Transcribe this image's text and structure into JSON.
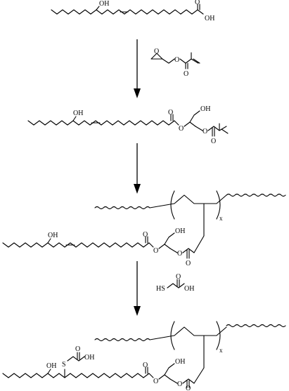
{
  "stage1": {
    "oh": "OH",
    "acid_oh": "OH",
    "acid_o": "O"
  },
  "reagent1": {
    "o_epoxide": "O",
    "o_ester": "O",
    "o_carbonyl": "O"
  },
  "stage2": {
    "oh_chain": "OH",
    "o_carbonyl": "O",
    "o_ester": "O",
    "oh_glycerol": "OH",
    "o_ester2": "O",
    "o_carbonyl2": "O"
  },
  "stage3": {
    "oh_chain": "OH",
    "o_carbonyl": "O",
    "o_ester": "O",
    "oh_glycerol": "OH",
    "o_ester2": "O",
    "o_carbonyl2": "O",
    "subscript": "x"
  },
  "reagent2": {
    "hs": "HS",
    "oh": "OH",
    "o": "O"
  },
  "stage4": {
    "oh_chain": "OH",
    "s": "S",
    "acid_oh": "OH",
    "acid_o": "O",
    "o_carbonyl": "O",
    "o_ester": "O",
    "oh_glycerol": "OH",
    "o_ester2": "O",
    "o_carbonyl2": "O",
    "subscript": "x"
  }
}
